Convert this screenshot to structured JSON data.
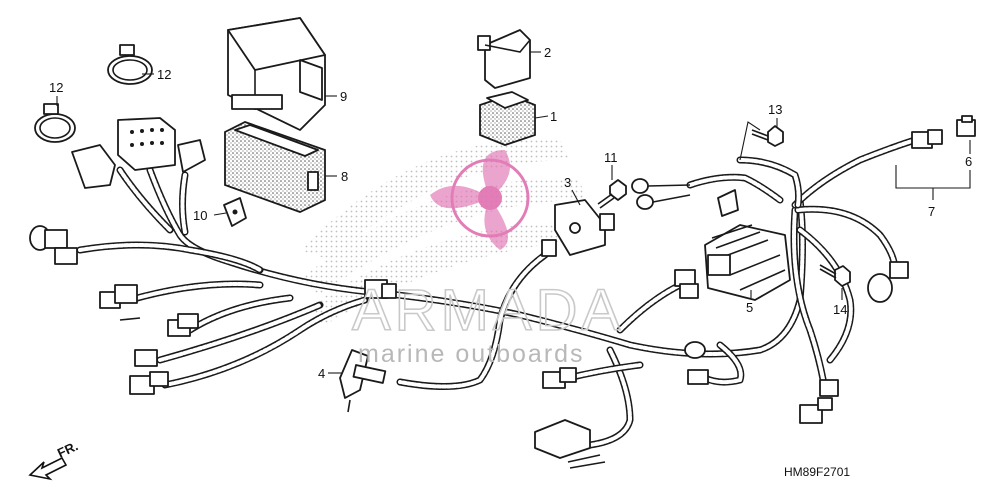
{
  "diagram": {
    "callouts": [
      {
        "id": "1",
        "text": "1"
      },
      {
        "id": "2",
        "text": "2"
      },
      {
        "id": "3",
        "text": "3"
      },
      {
        "id": "4",
        "text": "4"
      },
      {
        "id": "5",
        "text": "5"
      },
      {
        "id": "6",
        "text": "6"
      },
      {
        "id": "7",
        "text": "7"
      },
      {
        "id": "8",
        "text": "8"
      },
      {
        "id": "9",
        "text": "9"
      },
      {
        "id": "10",
        "text": "10"
      },
      {
        "id": "11",
        "text": "11"
      },
      {
        "id": "12a",
        "text": "12"
      },
      {
        "id": "12b",
        "text": "12"
      },
      {
        "id": "13",
        "text": "13"
      },
      {
        "id": "14",
        "text": "14"
      }
    ],
    "diagram_code": "HM89F2701",
    "front_indicator": "FR.",
    "watermark": {
      "brand": "ARMADA",
      "tagline": "marine outboards",
      "color": "#e070b0"
    }
  }
}
